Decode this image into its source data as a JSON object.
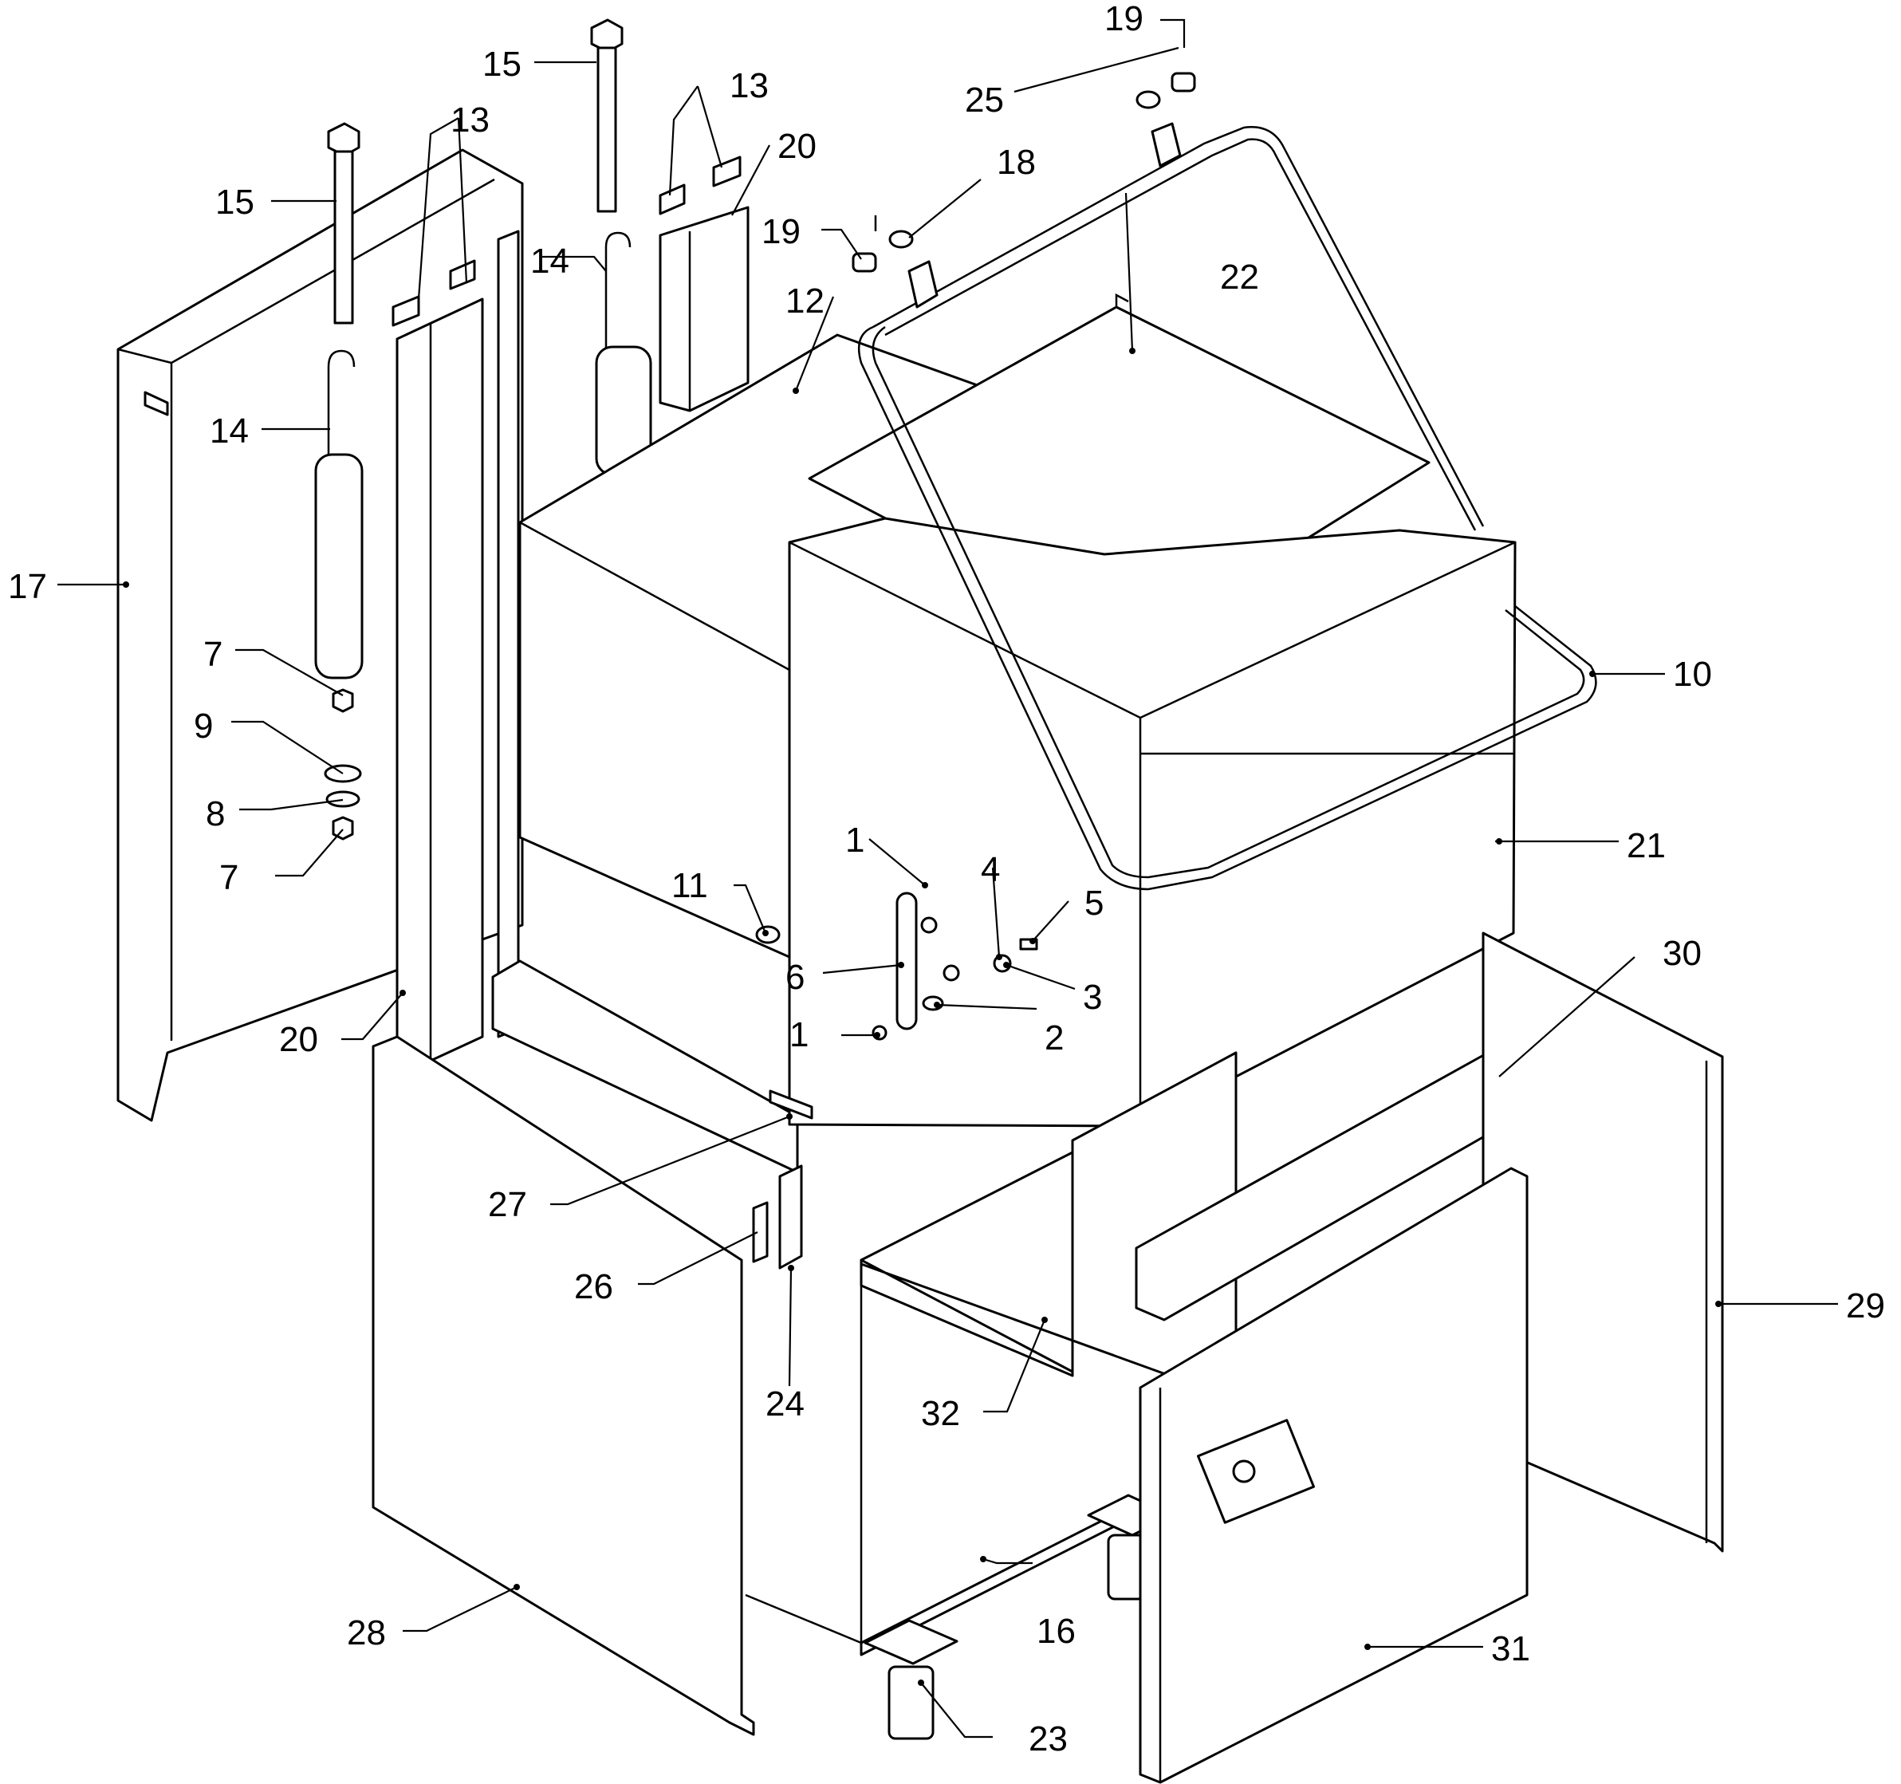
{
  "labels": [
    "1",
    "1",
    "2",
    "3",
    "4",
    "5",
    "6",
    "7",
    "7",
    "8",
    "9",
    "10",
    "11",
    "12",
    "13",
    "13",
    "14",
    "14",
    "15",
    "15",
    "16",
    "17",
    "18",
    "19",
    "19",
    "20",
    "20",
    "21",
    "22",
    "23",
    "24",
    "25",
    "26",
    "27",
    "28",
    "29",
    "30",
    "31",
    "32"
  ]
}
